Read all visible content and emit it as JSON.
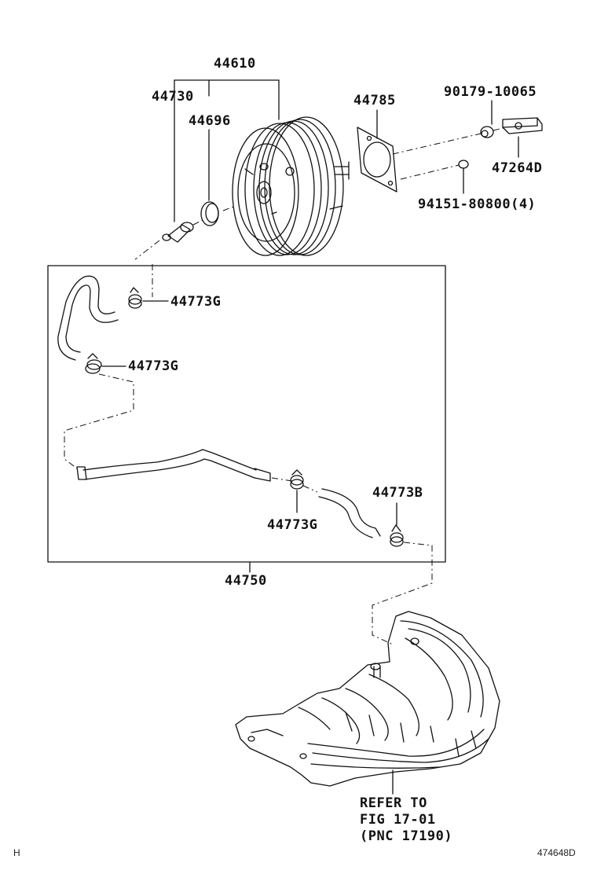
{
  "parts": {
    "booster": "44610",
    "check_valve": "44730",
    "grommet": "44696",
    "gasket": "44785",
    "nut_90179": "90179-10065",
    "bracket": "47264D",
    "nut_94151": "94151-80800(4)",
    "clip_top": "44773G",
    "clip_left": "44773G",
    "clip_mid": "44773G",
    "clip_b": "44773B",
    "hose_assembly": "44750"
  },
  "refer_note": {
    "line1": "REFER TO",
    "line2": "FIG 17-01",
    "line3": "(PNC 17190)"
  },
  "corner_left": "H",
  "figure_id": "474648D"
}
